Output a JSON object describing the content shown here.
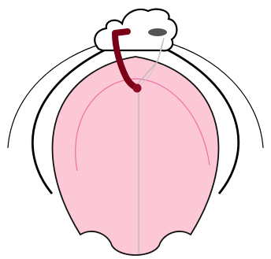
{
  "colors": {
    "background": "#ffffff",
    "outline": "#000000",
    "body_fill": "#fcc8d6",
    "body_outline": "#111111",
    "inner_arc": "#ef6fa4",
    "midline": "#b8b8b8",
    "top_lobe_fill": "#ffffff",
    "tube": "#7a0018",
    "tube_end": "#8c0a22",
    "oval_fill": "#555555"
  },
  "icons": {
    "top_lobe": "cloud-shape",
    "tube": "curved-tube",
    "oval": "dark-oval"
  }
}
